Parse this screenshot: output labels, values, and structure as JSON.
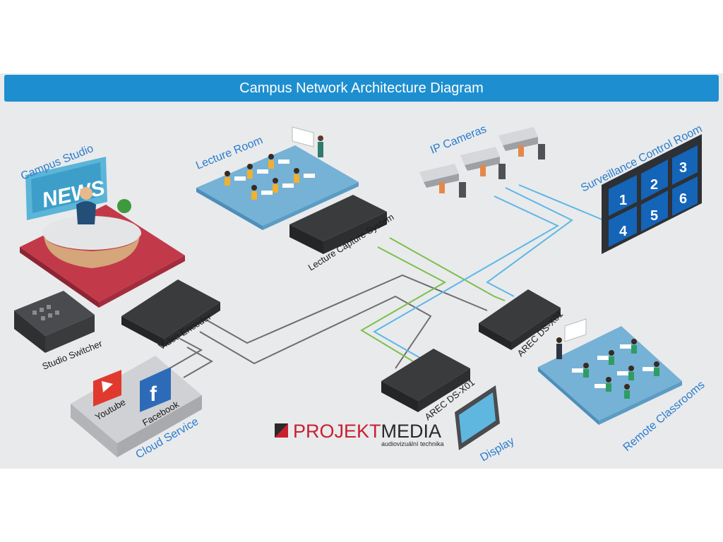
{
  "title": "Campus Network Architecture Diagram",
  "nodes": {
    "campus_studio": "Campus Studio",
    "news_sign": "NEWS",
    "studio_switcher": "Studio Switcher",
    "video_encoder": "Video Encoder",
    "cloud_service": "Cloud Service",
    "youtube": "Youtube",
    "facebook": "Facebook",
    "lecture_room": "Lecture Room",
    "lecture_capture": "Lecture Capture System",
    "ip_cameras": "IP Cameras",
    "surveillance": "Surveillance Control Room",
    "arec_center": "AREC DS-X01",
    "arec_right": "AREC DS-X01",
    "display": "Display",
    "remote_classrooms": "Remote Classrooms"
  },
  "surveillance_screens": [
    "1",
    "2",
    "3",
    "4",
    "5",
    "6"
  ],
  "logo": {
    "part1": "PROJEKT",
    "part2": "MEDIA",
    "tagline": "audiovizuální technika"
  },
  "colors": {
    "title_bar": "#1d8fd0",
    "label_blue": "#2a7ccc",
    "line_gray": "#6e6e6e",
    "line_green": "#7cc04a",
    "line_blue": "#5cb7e6",
    "device": "#3a3b3d",
    "logo_red": "#c8202f"
  }
}
